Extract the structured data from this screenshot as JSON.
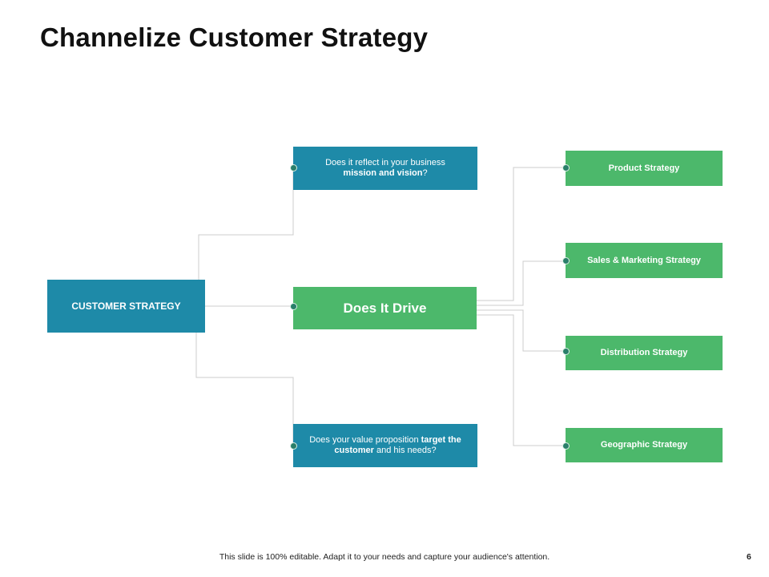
{
  "title": "Channelize Customer Strategy",
  "root": {
    "label": "CUSTOMER STRATEGY"
  },
  "questions": [
    {
      "parts": [
        "Does it reflect in your business ",
        "mission and vision",
        "?"
      ]
    },
    {
      "label": "Does It Drive"
    },
    {
      "parts": [
        "Does your value proposition ",
        "target the customer",
        " and his needs?"
      ]
    }
  ],
  "drives": [
    {
      "label": "Product Strategy"
    },
    {
      "label": "Sales & Marketing Strategy"
    },
    {
      "label": "Distribution Strategy"
    },
    {
      "label": "Geographic Strategy"
    }
  ],
  "footer": {
    "text": "This slide is 100% editable. Adapt it to your needs and capture your audience's attention.",
    "page": "6"
  },
  "colors": {
    "blue": "#1e8aa8",
    "green": "#4cb86b",
    "connector": "#cccccc"
  }
}
